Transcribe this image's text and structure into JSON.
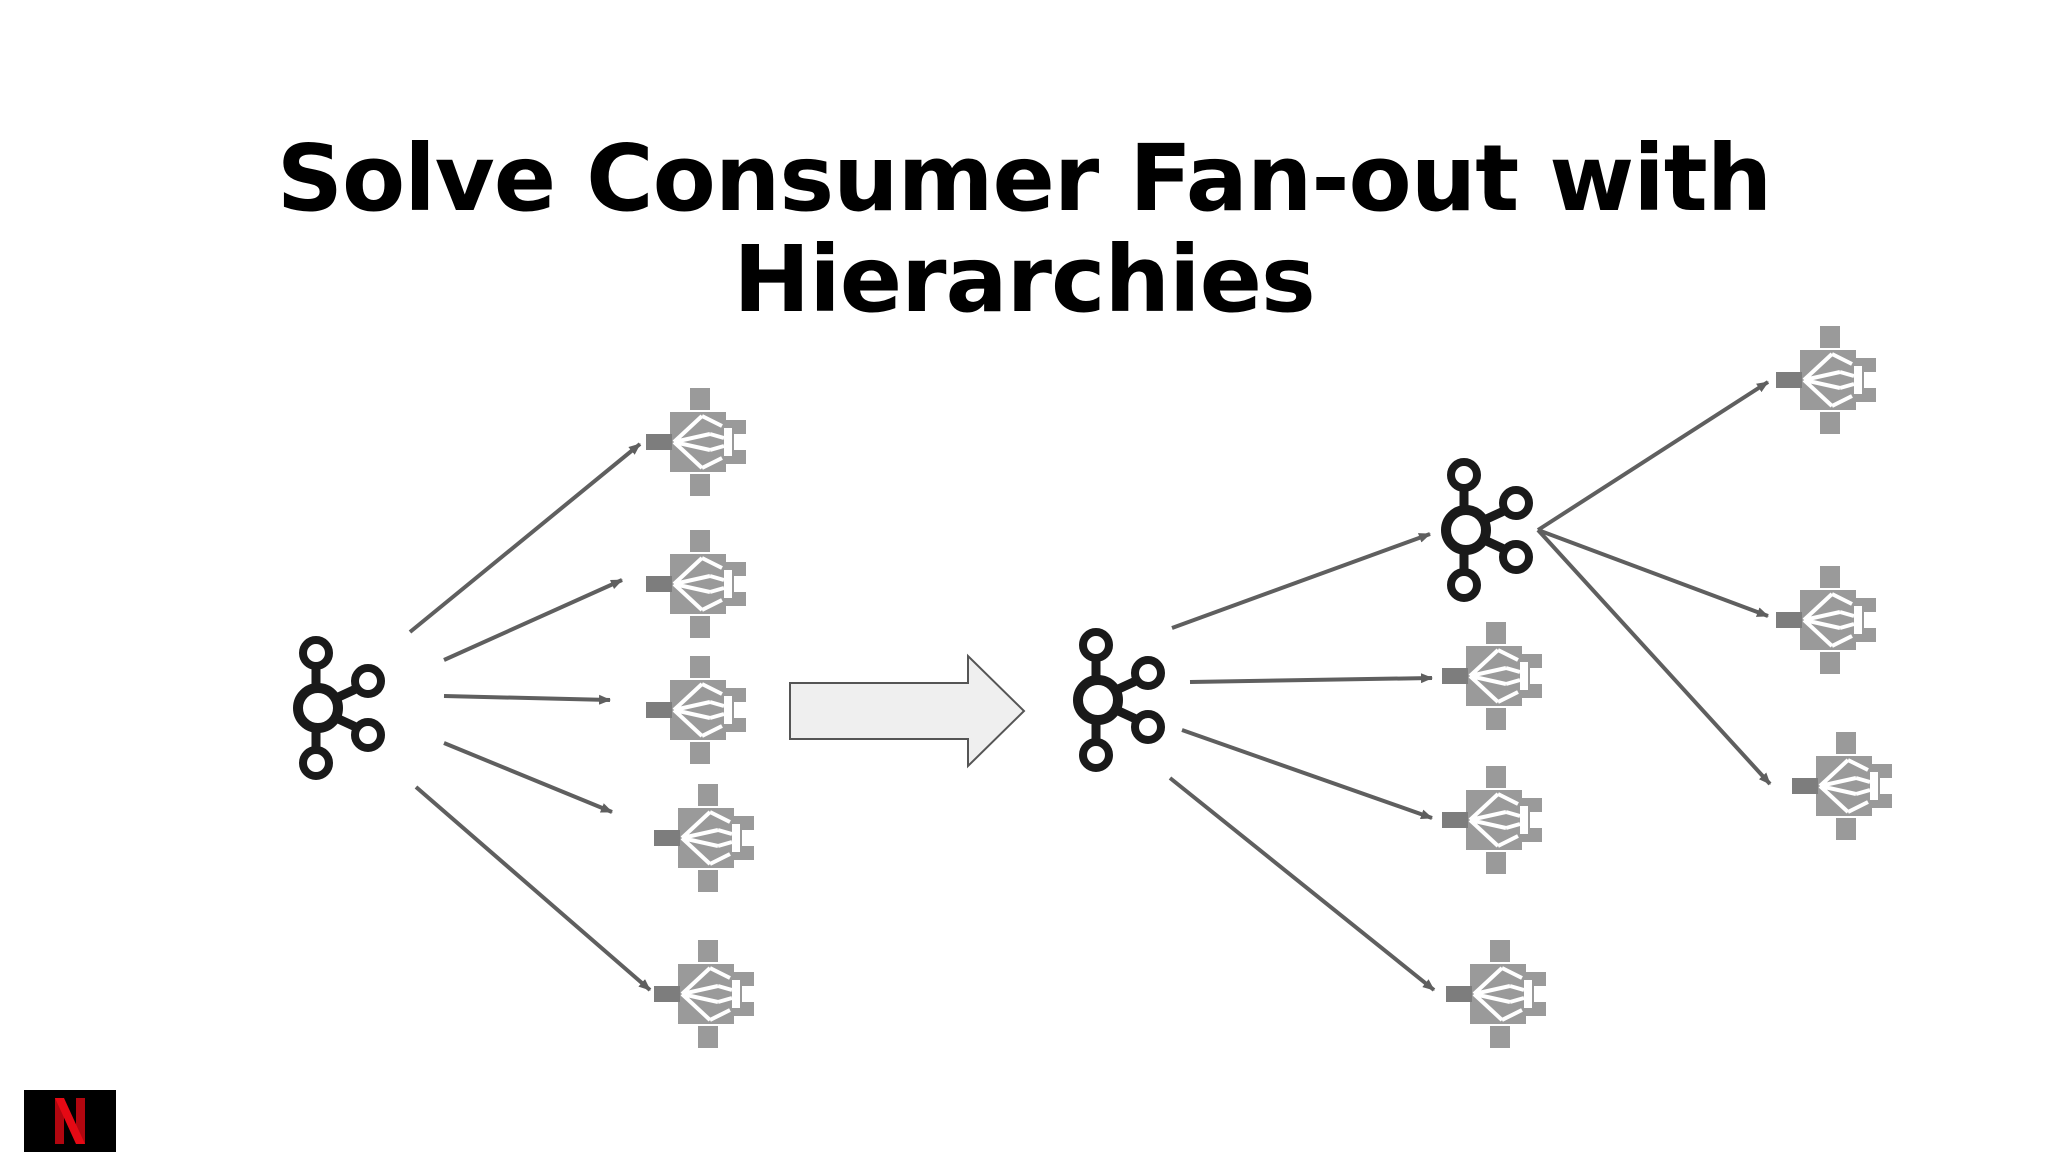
{
  "slide": {
    "title": "Solve Consumer Fan-out with Hierarchies"
  },
  "colors": {
    "title": "#000000",
    "hub": "#1a1a1a",
    "consumer": "#9a9a9a",
    "consumer_dark": "#7d7d7d",
    "arrow": "#5f5f5f",
    "transition_arrow_fill": "#efefef",
    "transition_arrow_stroke": "#555555",
    "logo_bg": "#000000",
    "logo_mark": "#e50914"
  },
  "icons": {
    "hub": "kafka-cluster-icon",
    "consumer": "consumer-service-icon",
    "transition": "right-arrow",
    "logo": "netflix-logo"
  },
  "diagram": {
    "before": {
      "source": "kafka-cluster",
      "consumer_count": 5
    },
    "after": {
      "source": "kafka-cluster",
      "intermediate": "kafka-cluster",
      "direct_consumer_count": 3,
      "second_level_consumer_count": 3
    }
  }
}
